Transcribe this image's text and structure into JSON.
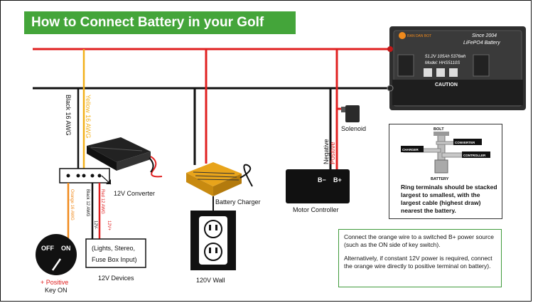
{
  "title": "How to Connect Battery in your Golf Cart：",
  "battery": {
    "since": "Since 2004",
    "type": "LiFePO4 Battery",
    "spec": "51.2V 105Ah 5376wh",
    "model": "Model: HHS5110S",
    "caution": "CAUTION",
    "logo": "RAN DAN BOT"
  },
  "labels": {
    "black_16awg": "Black  16 AWG",
    "yellow_16awg": "Yellow  16 AWG",
    "orange_16awg": "Orange  16 AWG",
    "black_12awg": "Black 12 AWG",
    "red_12awg": "Red 12 AWG",
    "v12_minus": "12V-",
    "v12_plus": "12V+",
    "converter": "12V Converter",
    "charger": "Battery Charger",
    "wall": "120V Wall",
    "devices_box": "(Lights, Stereo, Fuse Box Input)",
    "devices_line1": "(Lights, Stereo,",
    "devices_line2": "Fuse Box Input)",
    "devices": "12V Devices",
    "negative": "Negative",
    "positive": "Positive",
    "solenoid": "Solenoid",
    "b_minus": "B−",
    "b_plus": "B+",
    "motor_controller": "Motor Controller",
    "off": "OFF",
    "on": "ON",
    "plus_positive": "+ Positive",
    "key_on": "Key ON"
  },
  "ring_diagram": {
    "bolt": "BOLT",
    "converter": "CONVERTER",
    "charger": "CHARGER",
    "controller": "CONTROLLER",
    "battery": "BATTERY",
    "note": "Ring terminals should be stacked largest to smallest, with the largest cable (highest draw) nearest the battery."
  },
  "notes": {
    "line1": "Connect the orange wire to a switched B+ power source (such as the ON side of key switch).",
    "line2": "Alternatively, if constant 12V power is required, connect the orange wire directly to positive terminal on battery)."
  },
  "colors": {
    "title_bg": "#44a53a",
    "red_wire": "#e02020",
    "black_wire": "#111111",
    "yellow_wire": "#f2b019",
    "orange_wire": "#f08a1c",
    "battery_body": "#2e2e2e",
    "note_border": "#3f9a3a"
  },
  "icons": [
    "battery-icon",
    "converter-icon",
    "charger-icon",
    "outlet-icon",
    "solenoid-icon",
    "key-switch-icon"
  ]
}
